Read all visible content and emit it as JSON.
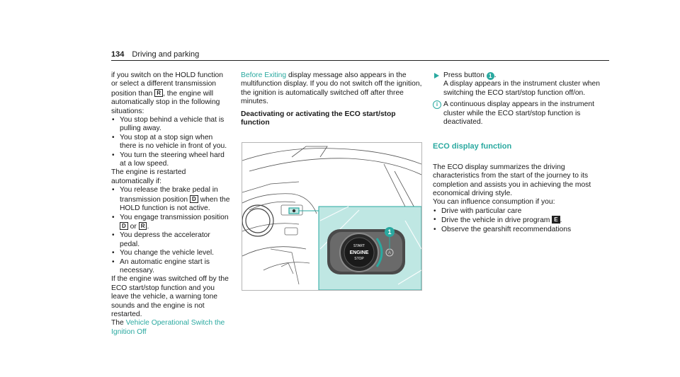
{
  "header": {
    "page_number": "134",
    "title": "Driving and parking"
  },
  "col1": {
    "intro": "if you switch on the HOLD function or select a different transmission position than",
    "intro_gear": "R",
    "intro_end": ", the engine will automatically stop in the following situations:",
    "bullets1": [
      "You stop behind a vehicle that is pulling away.",
      "You stop at a stop sign when there is no vehicle in front of you.",
      "You turn the steering wheel hard at a low speed."
    ],
    "restart_intro": "The engine is restarted automatically if:",
    "b2_1_pre": "You release the brake pedal in transmission position",
    "b2_1_gear": "D",
    "b2_1_post": "when the HOLD function is not active.",
    "b2_2_pre": "You engage transmission position",
    "b2_2_gear1": "D",
    "b2_2_mid": "or",
    "b2_2_gear2": "R",
    "b2_2_post": ".",
    "bullets2_rest": [
      "You depress the accelerator pedal.",
      "You change the vehicle level.",
      "An automatic engine start is necessary."
    ],
    "closing": "If the engine was switched off by the ECO start/stop function and you leave the vehicle, a warning tone sounds and the engine is not restarted.",
    "closing_the": "The",
    "closing_link": "Vehicle Operational Switch the Ignition Off"
  },
  "col2": {
    "link": "Before Exiting",
    "text": "display message also appears in the multifunction display. If you do not switch off the ignition, the ignition is automatically switched off after three minutes.",
    "heading": "Deactivating or activating the ECO start/stop function"
  },
  "figure": {
    "callout": "1",
    "button_top": "START",
    "button_mid": "ENGINE",
    "button_bot": "STOP",
    "eco_symbol": "A"
  },
  "col3": {
    "step_pre": "Press button",
    "step_num": "1",
    "step_post": ".",
    "step_text": "A display appears in the instrument cluster when switching the ECO start/stop function off/on.",
    "note_icon": "i",
    "note": "A continuous display appears in the instrument cluster while the ECO start/stop function is deactivated.",
    "heading": "ECO display function",
    "para": "The ECO display summarizes the driving characteristics from the start of the journey to its completion and assists you in achieving the most economical driving style.",
    "influence": "You can influence consumption if you:",
    "b1": "Drive with particular care",
    "b2_pre": "Drive the vehicle in drive program",
    "b2_sym": "E",
    "b2_post": ".",
    "b3": "Observe the gearshift recommendations"
  }
}
